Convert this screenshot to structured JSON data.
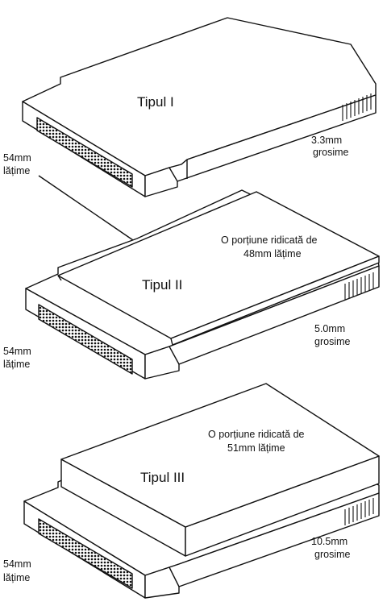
{
  "cards": [
    {
      "title": "Tipul I",
      "thickness": [
        "3.3mm",
        "grosime"
      ],
      "width": [
        "54mm",
        "lățime"
      ],
      "raised": []
    },
    {
      "title": "Tipul II",
      "thickness": [
        "5.0mm",
        "grosime"
      ],
      "width": [
        "54mm",
        "lățime"
      ],
      "raised": [
        "O porțiune ridicată de",
        "48mm lățime"
      ]
    },
    {
      "title": "Tipul III",
      "thickness": [
        "10.5mm",
        "grosime"
      ],
      "width": [
        "54mm",
        "lățime"
      ],
      "raised": [
        "O porțiune ridicată de",
        "51mm lățime"
      ]
    }
  ]
}
